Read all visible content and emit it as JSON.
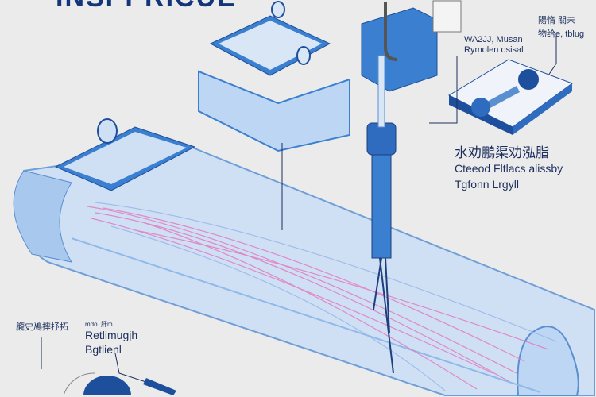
{
  "title": "INSPPRICUE",
  "labels": {
    "top_right_1": "陽惰 關未",
    "top_right_2": "物给e, tblug",
    "mid_right_1": "WA2JJ, Musan",
    "mid_right_2": "Rymolen osisal",
    "right_cn": "水劝鵬渠劝泓脂",
    "right_en_1": "Cteeod Fltlacs alissby",
    "right_en_2": "Tgfonn Lrgyll",
    "bottom_left_cn": "朧史鳰摔抒拓",
    "bottom_mid_small": "mdo. 肝m",
    "bottom_mid_1": "Retlimugjh",
    "bottom_mid_2": "Bgtlienl"
  },
  "colors": {
    "dark_blue": "#1d4f9c",
    "light_blue": "#8fb9e8",
    "pink": "#e27bc0",
    "background": "#ebebeb"
  }
}
